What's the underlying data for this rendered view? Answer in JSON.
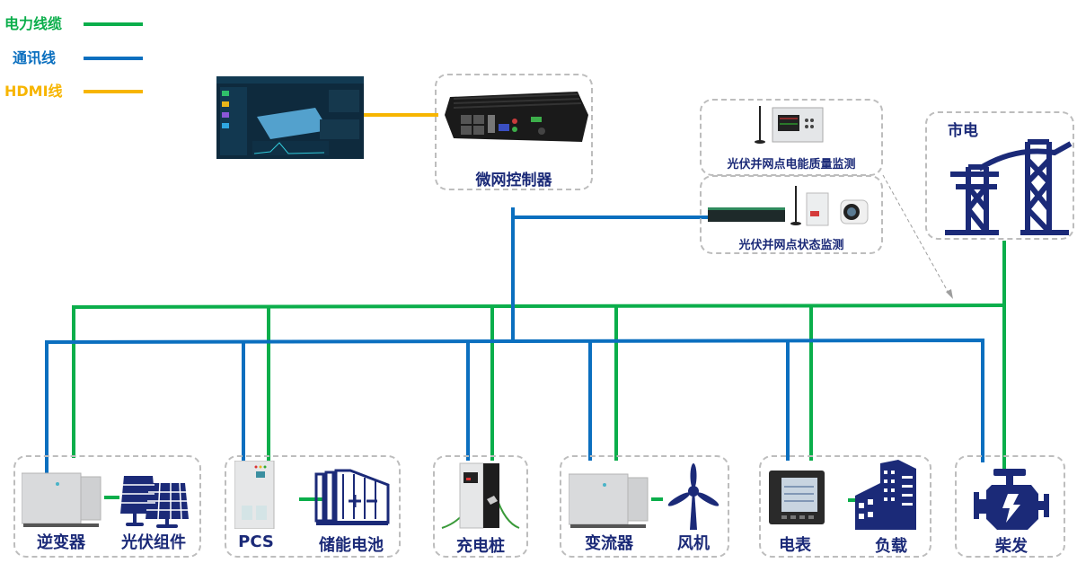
{
  "legend": [
    {
      "label": "电力线缆",
      "color": "#0bae4b",
      "kind": "power"
    },
    {
      "label": "通讯线",
      "color": "#0b6fbf",
      "kind": "comm"
    },
    {
      "label": "HDMI线",
      "color": "#f7b500",
      "kind": "hdmi"
    }
  ],
  "colors": {
    "power": "#0bae4b",
    "comm": "#0b6fbf",
    "hdmi": "#f7b500",
    "icon_navy": "#1b2a78",
    "dashed_border": "#bdbdbd"
  },
  "top": {
    "monitor_screen": {
      "icon": "dashboard-screen"
    },
    "controller": {
      "label": "微网控制器",
      "icon": "industrial-pc"
    },
    "power_quality": {
      "label": "光伏并网点电能质量监测",
      "icon": "power-quality-analyzer"
    },
    "status_monitor": {
      "label": "光伏并网点状态监测",
      "icon": "monitoring-devices"
    },
    "grid": {
      "label": "市电",
      "icon": "transmission-tower"
    }
  },
  "bottom_groups": [
    {
      "devices": [
        {
          "label": "逆变器",
          "icon": "inverter"
        },
        {
          "label": "光伏组件",
          "icon": "solar-panel"
        }
      ]
    },
    {
      "devices": [
        {
          "label": "PCS",
          "icon": "pcs-cabinet"
        },
        {
          "label": "储能电池",
          "icon": "battery-storage"
        }
      ]
    },
    {
      "devices": [
        {
          "label": "充电桩",
          "icon": "ev-charger"
        }
      ]
    },
    {
      "devices": [
        {
          "label": "变流器",
          "icon": "converter"
        },
        {
          "label": "风机",
          "icon": "wind-turbine"
        }
      ]
    },
    {
      "devices": [
        {
          "label": "电表",
          "icon": "power-meter"
        },
        {
          "label": "负载",
          "icon": "building-load"
        }
      ]
    },
    {
      "devices": [
        {
          "label": "柴发",
          "icon": "diesel-generator"
        }
      ]
    }
  ]
}
